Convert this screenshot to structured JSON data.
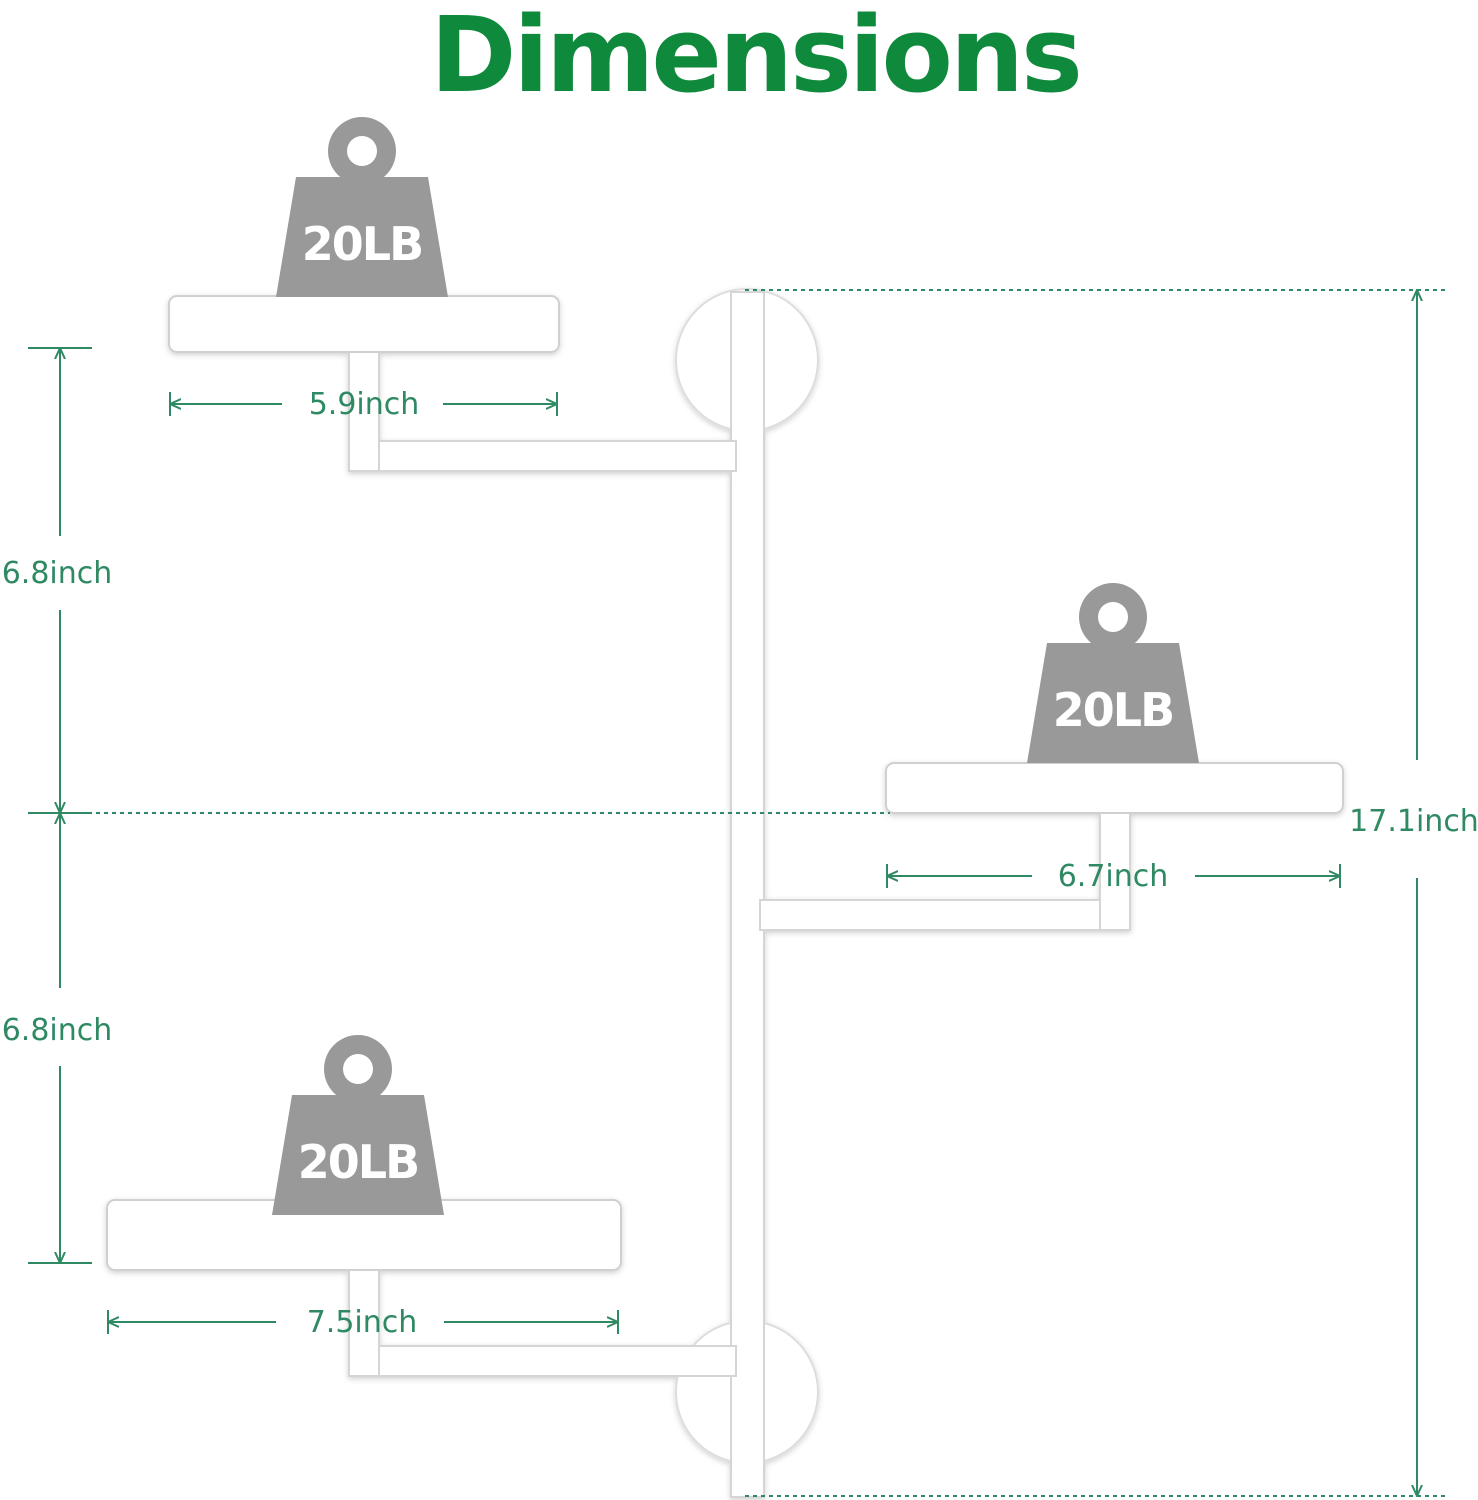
{
  "title": "Dimensions",
  "colors": {
    "title": "#0f8a3c",
    "dimension": "#2f8a63",
    "weight": "#999999",
    "shelf": "#ffffff"
  },
  "weights": [
    {
      "label": "20LB",
      "icon": "weight-icon"
    },
    {
      "label": "20LB",
      "icon": "weight-icon"
    },
    {
      "label": "20LB",
      "icon": "weight-icon"
    }
  ],
  "dimensions": {
    "top_shelf_width": "5.9inch",
    "middle_shelf_width": "6.7inch",
    "bottom_shelf_width": "7.5inch",
    "upper_spacing": "6.8inch",
    "lower_spacing": "6.8inch",
    "total_height": "17.1inch"
  }
}
